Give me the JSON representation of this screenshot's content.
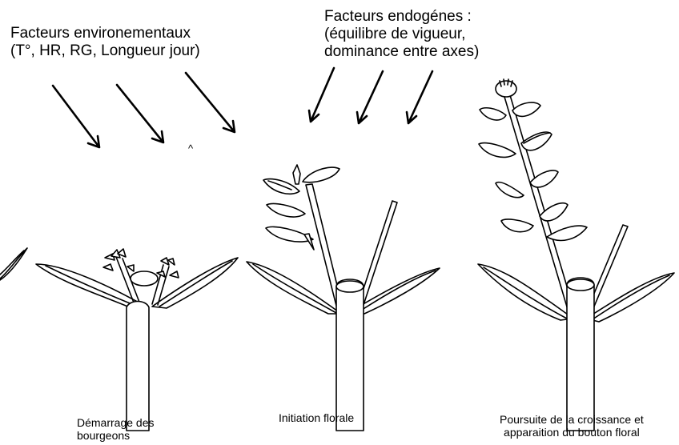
{
  "headings": {
    "environmental": {
      "line1": "Facteurs environementaux",
      "line2": "(T°, HR, RG, Longueur jour)"
    },
    "endogenous": {
      "line1": "Facteurs endogénes :",
      "line2": "(équilibre de vigueur,",
      "line3": "dominance entre axes)"
    }
  },
  "stages": [
    {
      "line1": "Démarrage des",
      "line2": "bourgeons"
    },
    {
      "line1": "Initiation florale",
      "line2": ""
    },
    {
      "line1": "Poursuite de la croissance et",
      "line2": "apparaition du bouton floral"
    }
  ],
  "stray_mark": "^"
}
